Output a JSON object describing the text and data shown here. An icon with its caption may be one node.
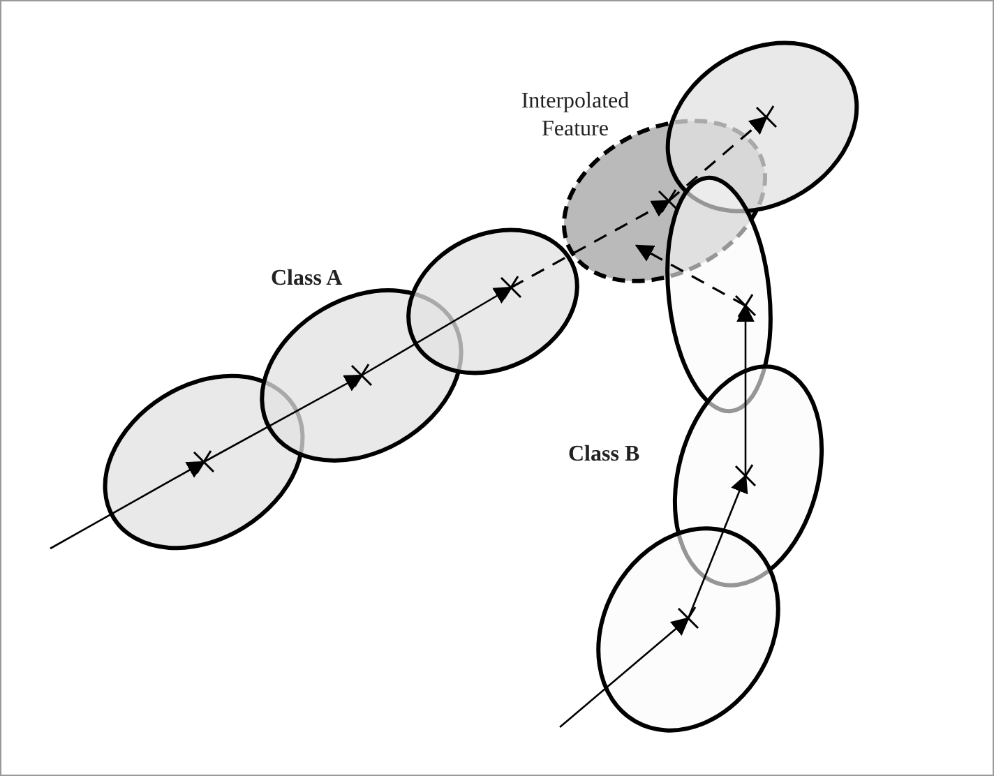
{
  "diagram": {
    "nodes": [
      {
        "text": [],
        "shape": "ellipse"
      },
      {
        "text": [],
        "shape": "ellipse"
      },
      {
        "text": [],
        "shape": "ellipse"
      },
      {
        "text": [
          "Interpolated Feature"
        ]
      },
      {
        "text": [],
        "shape": "ellipse"
      },
      {
        "text": [],
        "shape": "ellipse"
      },
      {
        "text": [],
        "shape": "ellipse"
      },
      {
        "text": [],
        "shape": "ellipse"
      }
    ],
    "edges": [
      {
        "from": null,
        "to": 0,
        "arrow": "to"
      },
      {
        "from": 0,
        "to": 1,
        "arrow": "to"
      },
      {
        "from": 1,
        "to": 2,
        "arrow": "to"
      },
      {
        "from": 2,
        "to": 3,
        "arrow": "to",
        "style": "dashed"
      },
      {
        "from": 3,
        "to": 4,
        "arrow": "to",
        "style": "dashed"
      },
      {
        "from": null,
        "to": 7,
        "arrow": "to"
      },
      {
        "from": 7,
        "to": 6,
        "arrow": "to"
      },
      {
        "from": 6,
        "to": 5,
        "arrow": "to"
      },
      {
        "from": 5,
        "to": 3,
        "arrow": "to",
        "style": "dashed"
      }
    ],
    "labels": [
      "Class A",
      "Class B"
    ]
  }
}
